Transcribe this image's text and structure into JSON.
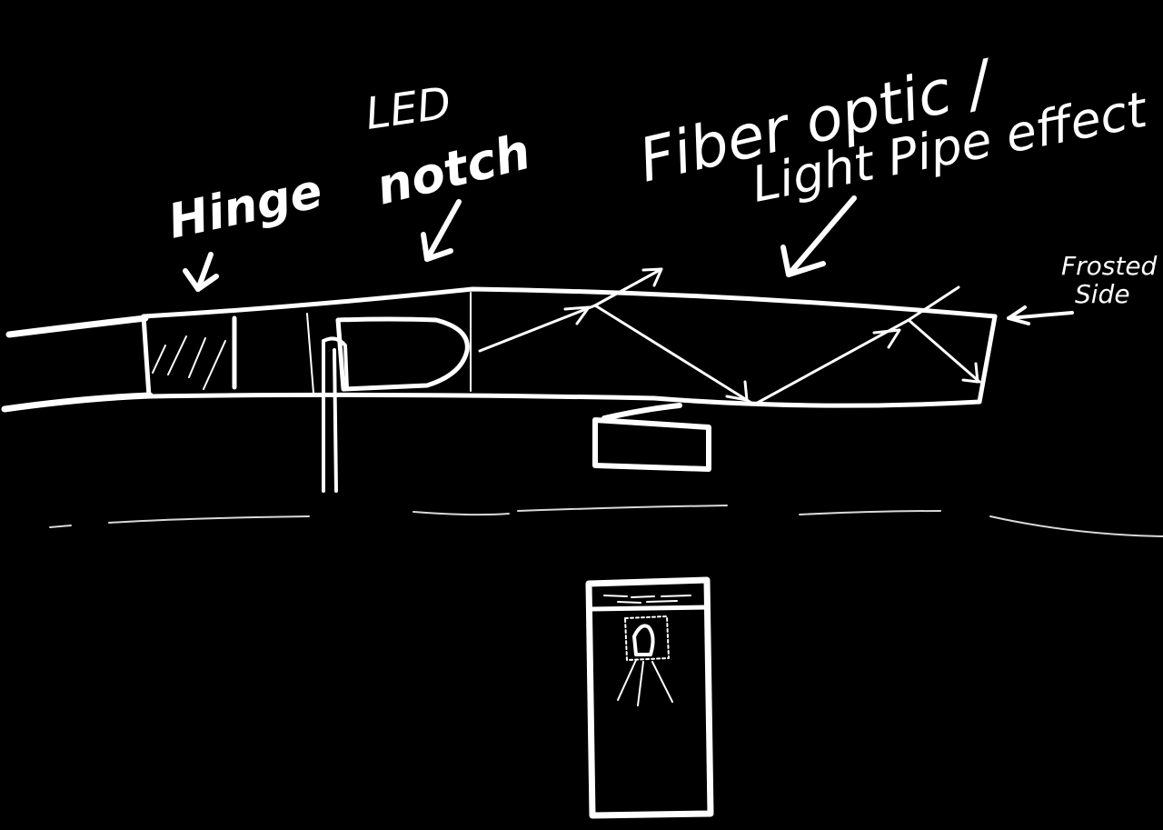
{
  "labels": {
    "hinge": "Hinge",
    "led_line1": "LED",
    "led_line2": "notch",
    "fiber_line1": "Fiber optic /",
    "fiber_line2": "Light Pipe effect",
    "frosted_line1": "Frosted",
    "frosted_line2": "Side"
  },
  "colors": {
    "background": "#000000",
    "ink": "#ffffff"
  }
}
